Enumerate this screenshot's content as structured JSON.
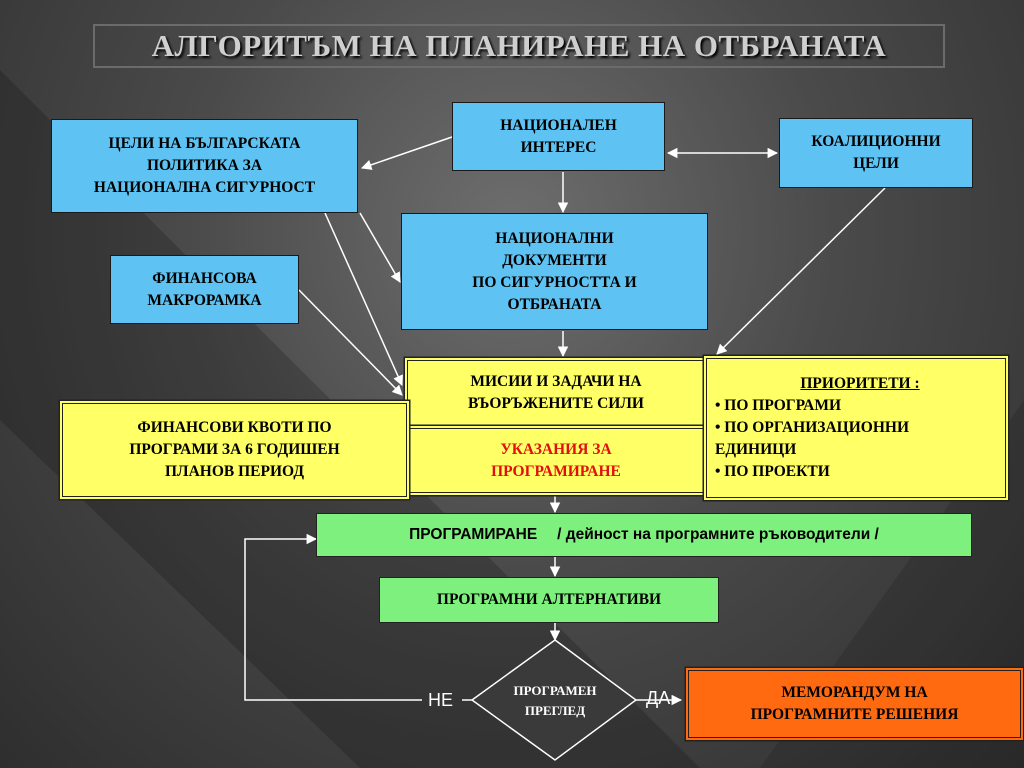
{
  "title": "АЛГОРИТЪМ НА ПЛАНИРАНЕ НА ОТБРАНАТА",
  "nodes": {
    "national_interest": [
      "НАЦИОНАЛЕН",
      "ИНТЕРЕС"
    ],
    "bg_policy_goals": [
      "ЦЕЛИ НА БЪЛГАРСКАТА",
      "ПОЛИТИКА ЗА",
      "НАЦИОНАЛНА СИГУРНОСТ"
    ],
    "coalition_goals": [
      "КОАЛИЦИОННИ",
      "ЦЕЛИ"
    ],
    "national_documents": [
      "НАЦИОНАЛНИ",
      "ДОКУМЕНТИ",
      "ПО СИГУРНОСТТА И",
      "ОТБРАНАТА"
    ],
    "financial_frame": [
      "ФИНАНСОВА",
      "МАКРОРАМКА"
    ],
    "missions_tasks": [
      "МИСИИ И ЗАДАЧИ НА",
      "ВЪОРЪЖЕНИТЕ СИЛИ"
    ],
    "priorities": {
      "title": "ПРИОРИТЕТИ :",
      "items": [
        "• ПО ПРОГРАМИ",
        "• ПО ОРГАНИЗАЦИОННИ",
        "ЕДИНИЦИ",
        "• ПО ПРОЕКТИ"
      ]
    },
    "financial_quotas": [
      "ФИНАНСОВИ КВОТИ ПО",
      "ПРОГРАМИ ЗА 6 ГОДИШЕН",
      "ПЛАНОВ ПЕРИОД"
    ],
    "programming_guidance": [
      "УКАЗАНИЯ ЗА",
      "ПРОГРАМИРАНЕ"
    ],
    "programming": {
      "label": "ПРОГРАМИРАНЕ",
      "detail": "/ дейност на програмните ръководители /"
    },
    "program_alternatives": "ПРОГРАМНИ АЛТЕРНАТИВИ",
    "program_review": [
      "ПРОГРАМЕН",
      "ПРЕГЛЕД"
    ],
    "memorandum": [
      "МЕМОРАНДУМ НА",
      "ПРОГРАМНИТЕ РЕШЕНИЯ"
    ]
  },
  "decision_labels": {
    "no": "НЕ",
    "yes": "ДА"
  },
  "colors": {
    "blue_box": "#5ec3f2",
    "yellow_box": "#ffff66",
    "green_box": "#7df07d",
    "orange_box": "#ff6a10",
    "guidance_text": "#e01010",
    "connector": "#ffffff"
  }
}
